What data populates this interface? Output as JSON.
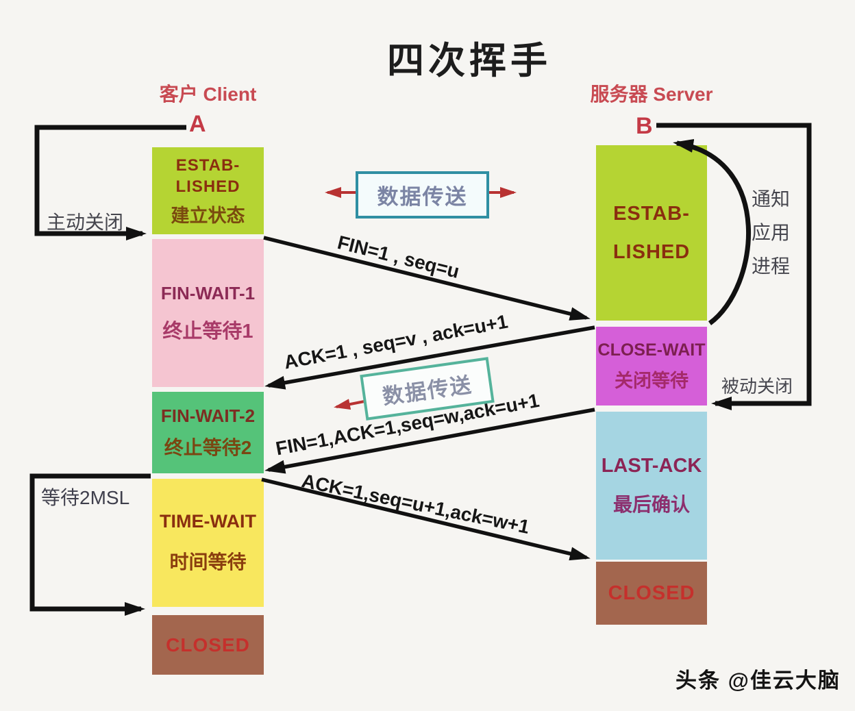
{
  "title": "四次挥手",
  "client": {
    "label": "客户 Client",
    "endpoint": "A",
    "states": {
      "established": {
        "en1": "ESTAB-",
        "en2": "LISHED",
        "zh": "建立状态"
      },
      "fin_wait_1": {
        "en": "FIN-WAIT-1",
        "zh": "终止等待1"
      },
      "fin_wait_2": {
        "en": "FIN-WAIT-2",
        "zh": "终止等待2"
      },
      "time_wait": {
        "en": "TIME-WAIT",
        "zh": "时间等待"
      },
      "closed": {
        "en": "CLOSED"
      }
    }
  },
  "server": {
    "label": "服务器 Server",
    "endpoint": "B",
    "states": {
      "established": {
        "en1": "ESTAB-",
        "en2": "LISHED"
      },
      "close_wait": {
        "en": "CLOSE-WAIT",
        "zh": "关闭等待"
      },
      "last_ack": {
        "en": "LAST-ACK",
        "zh": "最后确认"
      },
      "closed": {
        "en": "CLOSED"
      }
    }
  },
  "messages": {
    "fin1": "FIN=1 , seq=u",
    "ack1": "ACK=1 , seq=v , ack=u+1",
    "fin2": "FIN=1,ACK=1,seq=w,ack=u+1",
    "ack2": "ACK=1,seq=u+1,ack=w+1"
  },
  "annotations": {
    "active_close": "主动关闭",
    "passive_close": "被动关闭",
    "wait_2msl": "等待2MSL",
    "notify_line1": "通知",
    "notify_line2": "应用",
    "notify_line3": "进程",
    "data_transfer_top": "数据传送",
    "data_transfer_mid": "数据传送"
  },
  "watermark": "头条 @佳云大脑",
  "colors": {
    "background": "#f6f5f2",
    "established_bg": "#b5d433",
    "fin_wait_1_bg": "#f5c5d1",
    "fin_wait_2_bg": "#55c379",
    "time_wait_bg": "#f8e75e",
    "close_wait_bg": "#d55fd8",
    "last_ack_bg": "#a5d5e2",
    "closed_bg": "#a3664e",
    "closed_text": "#c5302c",
    "party_label": "#c84a52",
    "arrow": "#111111",
    "data_arrow": "#b83232",
    "data_box_border_top": "#2f8fa3",
    "data_box_border_mid": "#55b39b"
  }
}
